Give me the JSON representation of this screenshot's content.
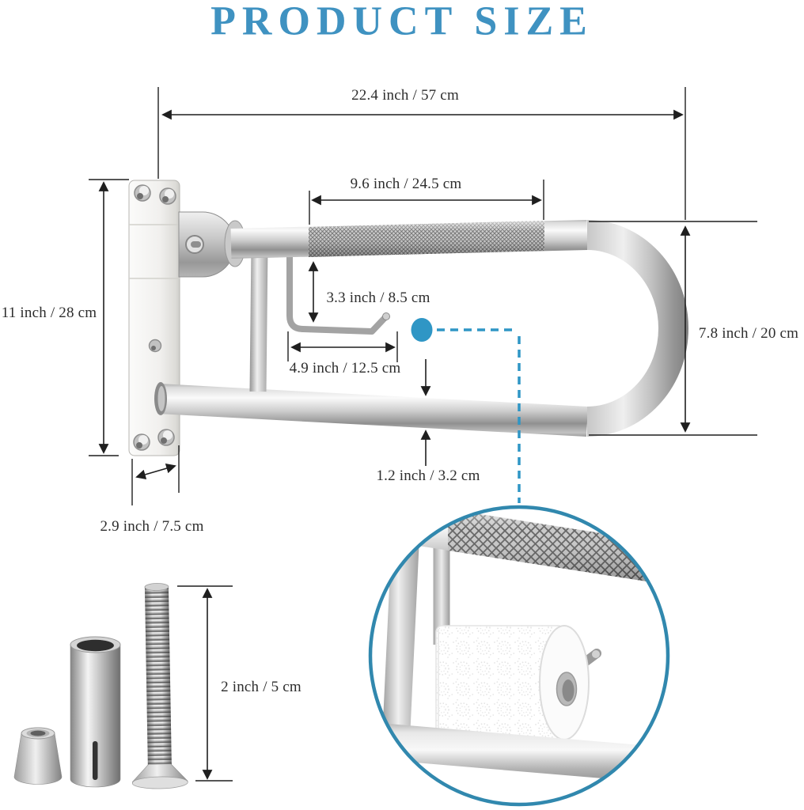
{
  "title": "PRODUCT SIZE",
  "colors": {
    "title_blue": "#3f92c1",
    "callout_blue": "#2f96c5",
    "detail_ring_blue": "#3188ae",
    "dimension_line": "#1f1f1f",
    "metal_light": "#f5f5f5",
    "metal_dark": "#8c8c8c"
  },
  "dimensions": {
    "total_length": "22.4 inch / 57 cm",
    "grip_length": "9.6 inch / 24.5 cm",
    "holder_height": "3.3 inch / 8.5 cm",
    "holder_width": "4.9 inch / 12.5 cm",
    "plate_height": "11 inch / 28 cm",
    "loop_height": "7.8 inch / 20 cm",
    "tube_diameter": "1.2 inch / 3.2 cm",
    "plate_width": "2.9 inch / 7.5 cm",
    "screw_length": "2 inch / 5 cm"
  }
}
